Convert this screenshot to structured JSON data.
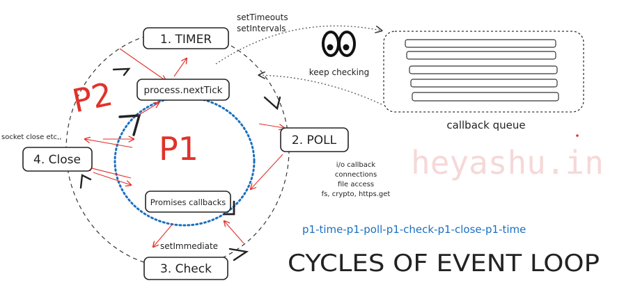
{
  "phases": {
    "timer": "1. TIMER",
    "poll": "2. POLL",
    "check": "3. Check",
    "close": "4. Close"
  },
  "micro": {
    "next_tick": "process.nextTick",
    "promises": "Promises callbacks"
  },
  "notes": {
    "timers_line1": "setTimeouts",
    "timers_line2": "setIntervals",
    "keep_checking": "keep checking",
    "callback_queue": "callback queue",
    "socket_close": "socket close etc,,",
    "set_immediate": "setImmediate",
    "poll_line1": "i/o callback",
    "poll_line2": "connections",
    "poll_line3": "file access",
    "poll_line4": "fs, crypto, https.get"
  },
  "labels": {
    "p1": "P1",
    "p2": "P2"
  },
  "watermark": "heyashu.in",
  "sequence": "p1-time-p1-poll-p1-check-p1-close-p1-time",
  "title": "CYCLES OF EVENT LOOP",
  "colors": {
    "red": "#e0322b",
    "blue": "#1a6fc0",
    "ink": "#222222",
    "watermark": "#f6d8d8"
  }
}
